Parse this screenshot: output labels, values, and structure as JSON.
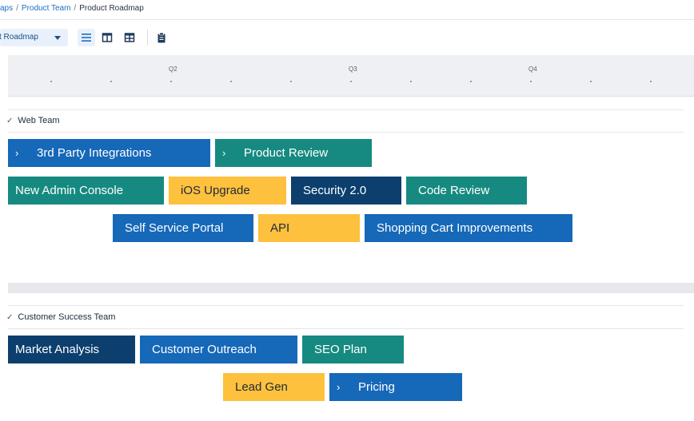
{
  "breadcrumb": {
    "items": [
      "aps",
      "Product Team",
      "Product Roadmap"
    ],
    "separator": "/"
  },
  "toolbar": {
    "roadmap_select": "ct Roadmap",
    "buttons": [
      "list-view-icon",
      "columns-view-icon",
      "grid-view-icon",
      "clipboard-icon"
    ]
  },
  "timeline": {
    "quarters": [
      "Q2",
      "Q3",
      "Q4"
    ]
  },
  "teams": [
    {
      "name": "Web Team",
      "bars": [
        {
          "label": "3rd Party Integrations",
          "color": "#1668b8",
          "has_arrow": true
        },
        {
          "label": "Product Review",
          "color": "#168a80",
          "has_arrow": true
        },
        {
          "label": "New Admin Console",
          "color": "#168a80"
        },
        {
          "label": "iOS Upgrade",
          "color": "#fdc13e"
        },
        {
          "label": "Security 2.0",
          "color": "#0c3f6e"
        },
        {
          "label": "Code Review",
          "color": "#168a80"
        },
        {
          "label": "Self Service Portal",
          "color": "#1668b8"
        },
        {
          "label": "API",
          "color": "#fdc13e"
        },
        {
          "label": "Shopping Cart Improvements",
          "color": "#1668b8"
        }
      ]
    },
    {
      "name": "Customer Success Team",
      "bars": [
        {
          "label": "Market Analysis",
          "color": "#0c3f6e"
        },
        {
          "label": "Customer Outreach",
          "color": "#1668b8"
        },
        {
          "label": "SEO Plan",
          "color": "#168a80"
        },
        {
          "label": "Lead Gen",
          "color": "#fdc13e"
        },
        {
          "label": "Pricing",
          "color": "#1668b8",
          "has_arrow": true
        }
      ]
    }
  ]
}
